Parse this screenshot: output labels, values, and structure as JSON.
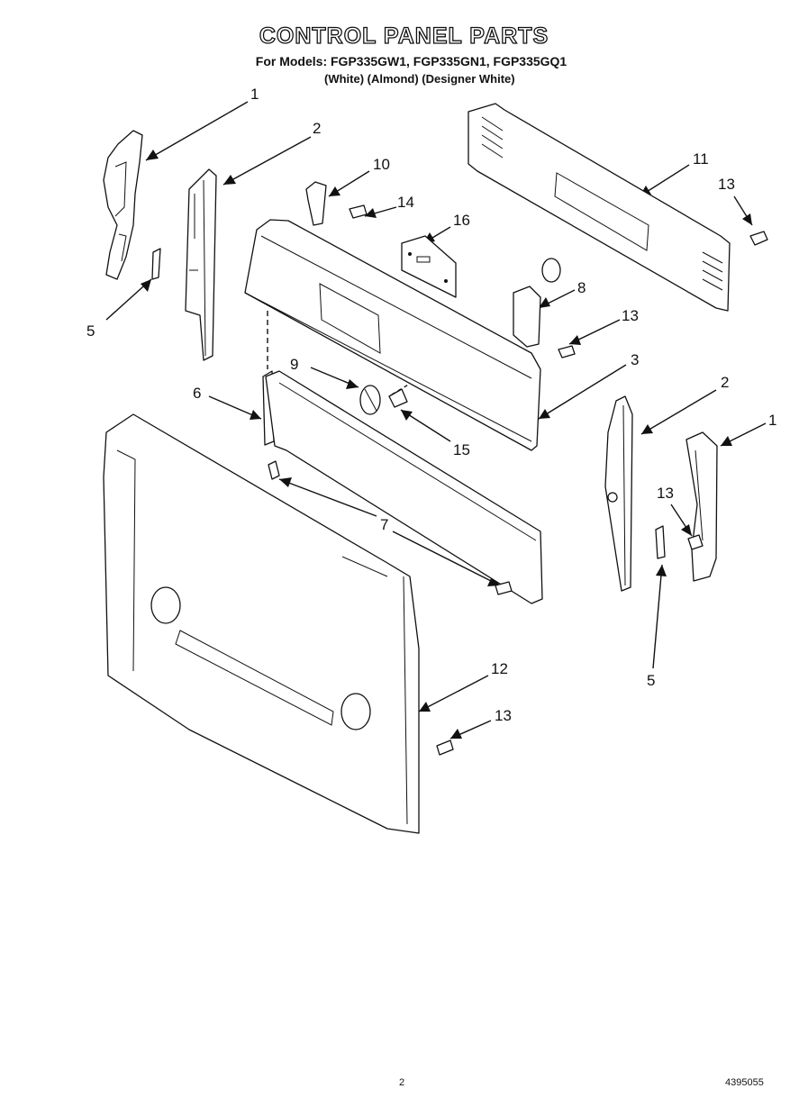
{
  "header": {
    "title": "CONTROL PANEL PARTS",
    "models_line": "For Models: FGP335GW1, FGP335GN1, FGP335GQ1",
    "colors_line": "(White)      (Almond)  (Designer White)"
  },
  "callouts": [
    "1",
    "2",
    "10",
    "14",
    "16",
    "11",
    "13",
    "5",
    "8",
    "13",
    "9",
    "3",
    "6",
    "15",
    "2",
    "1",
    "13",
    "7",
    "5",
    "12",
    "13"
  ],
  "footer": {
    "page_number": "2",
    "document_number": "4395055"
  }
}
